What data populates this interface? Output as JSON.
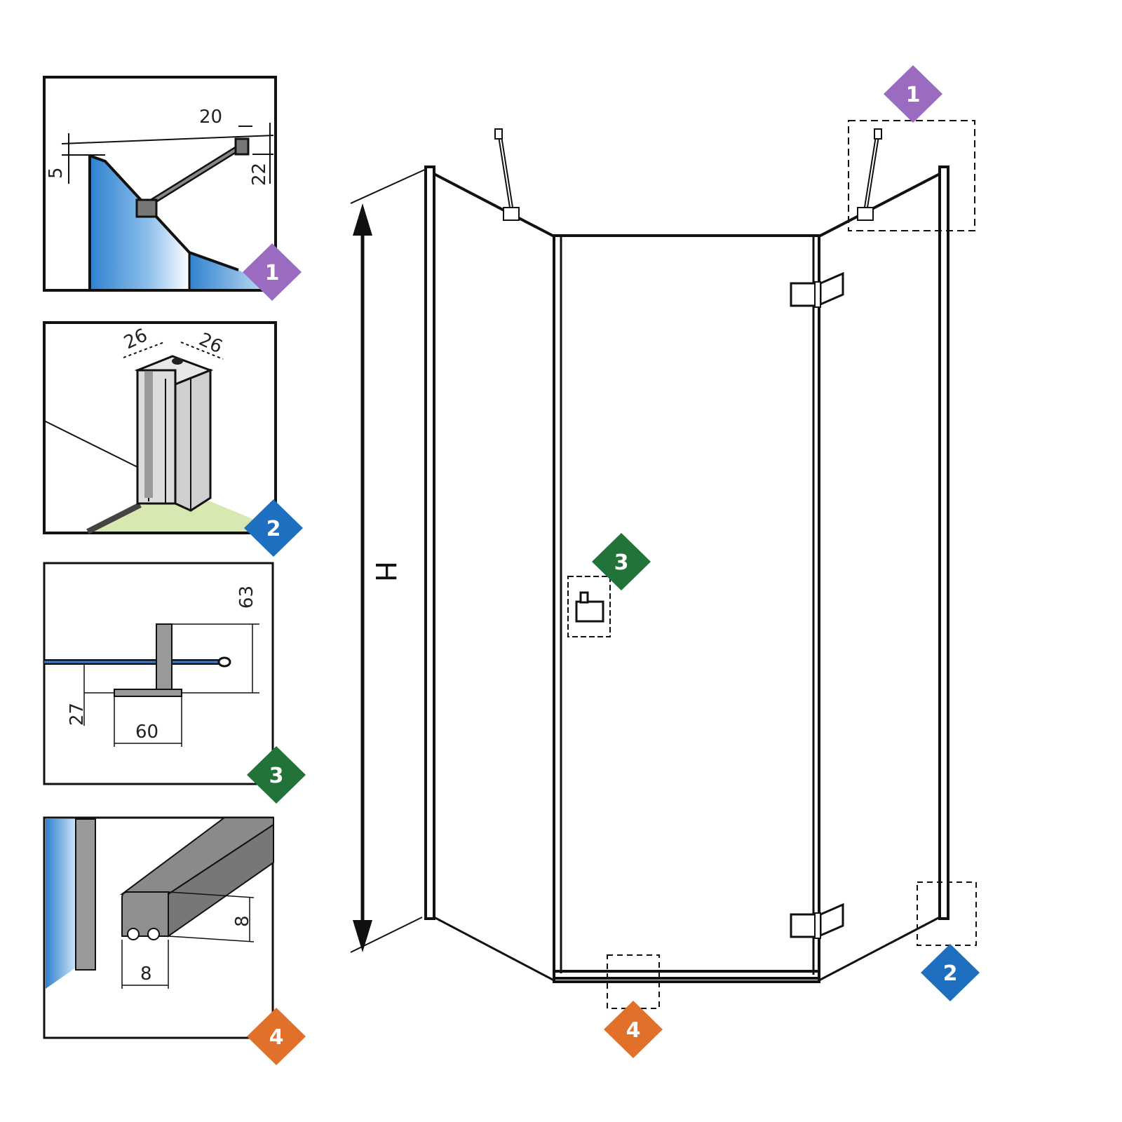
{
  "colors": {
    "badge_1": "#9b6bbf",
    "badge_2": "#1f6fc0",
    "badge_3": "#21733a",
    "badge_4": "#e0702a",
    "glass_blue": "#2e82cf",
    "floor_green": "#d7e8b0"
  },
  "panels": [
    {
      "badge": "1",
      "dims": {
        "a": "20",
        "b": "5",
        "c": "22"
      }
    },
    {
      "badge": "2",
      "dims": {
        "a": "26",
        "b": "26"
      }
    },
    {
      "badge": "3",
      "dims": {
        "a": "63",
        "b": "27",
        "c": "60"
      }
    },
    {
      "badge": "4",
      "dims": {
        "a": "8",
        "b": "8"
      }
    }
  ],
  "main": {
    "height_label": "H",
    "badges": [
      "1",
      "2",
      "3",
      "4"
    ]
  }
}
